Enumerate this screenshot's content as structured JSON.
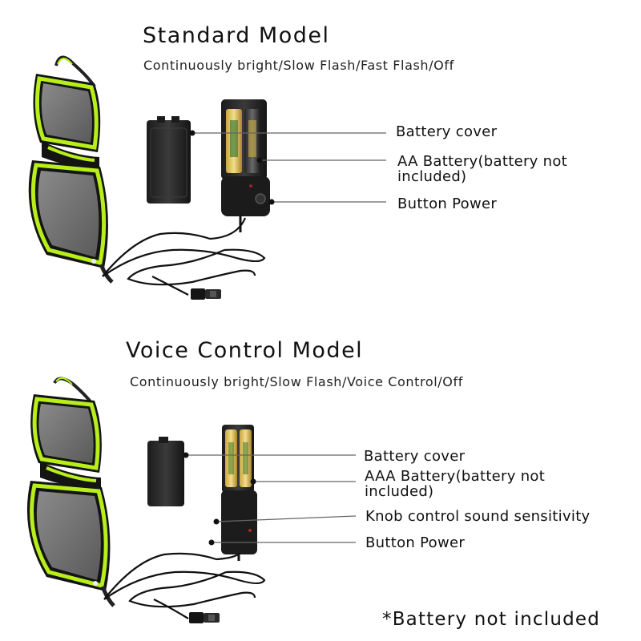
{
  "standard": {
    "title": "Standard Model",
    "modes": "Continuously bright/Slow Flash/Fast Flash/Off",
    "callouts": {
      "battery_cover": "Battery cover",
      "battery": "AA Battery(battery not included)",
      "button": "Button Power"
    }
  },
  "voice": {
    "title": "Voice Control Model",
    "modes": "Continuously bright/Slow Flash/Voice Control/Off",
    "callouts": {
      "battery_cover": "Battery cover",
      "battery": "AAA Battery(battery not included)",
      "knob": "Knob control sound sensitivity",
      "button": "Button Power"
    }
  },
  "footnote": "*Battery not included",
  "colors": {
    "frame_neon": "#b8ee1a",
    "lens": "#6e6e6e",
    "frame_black": "#141414",
    "leader_line": "#666666"
  }
}
